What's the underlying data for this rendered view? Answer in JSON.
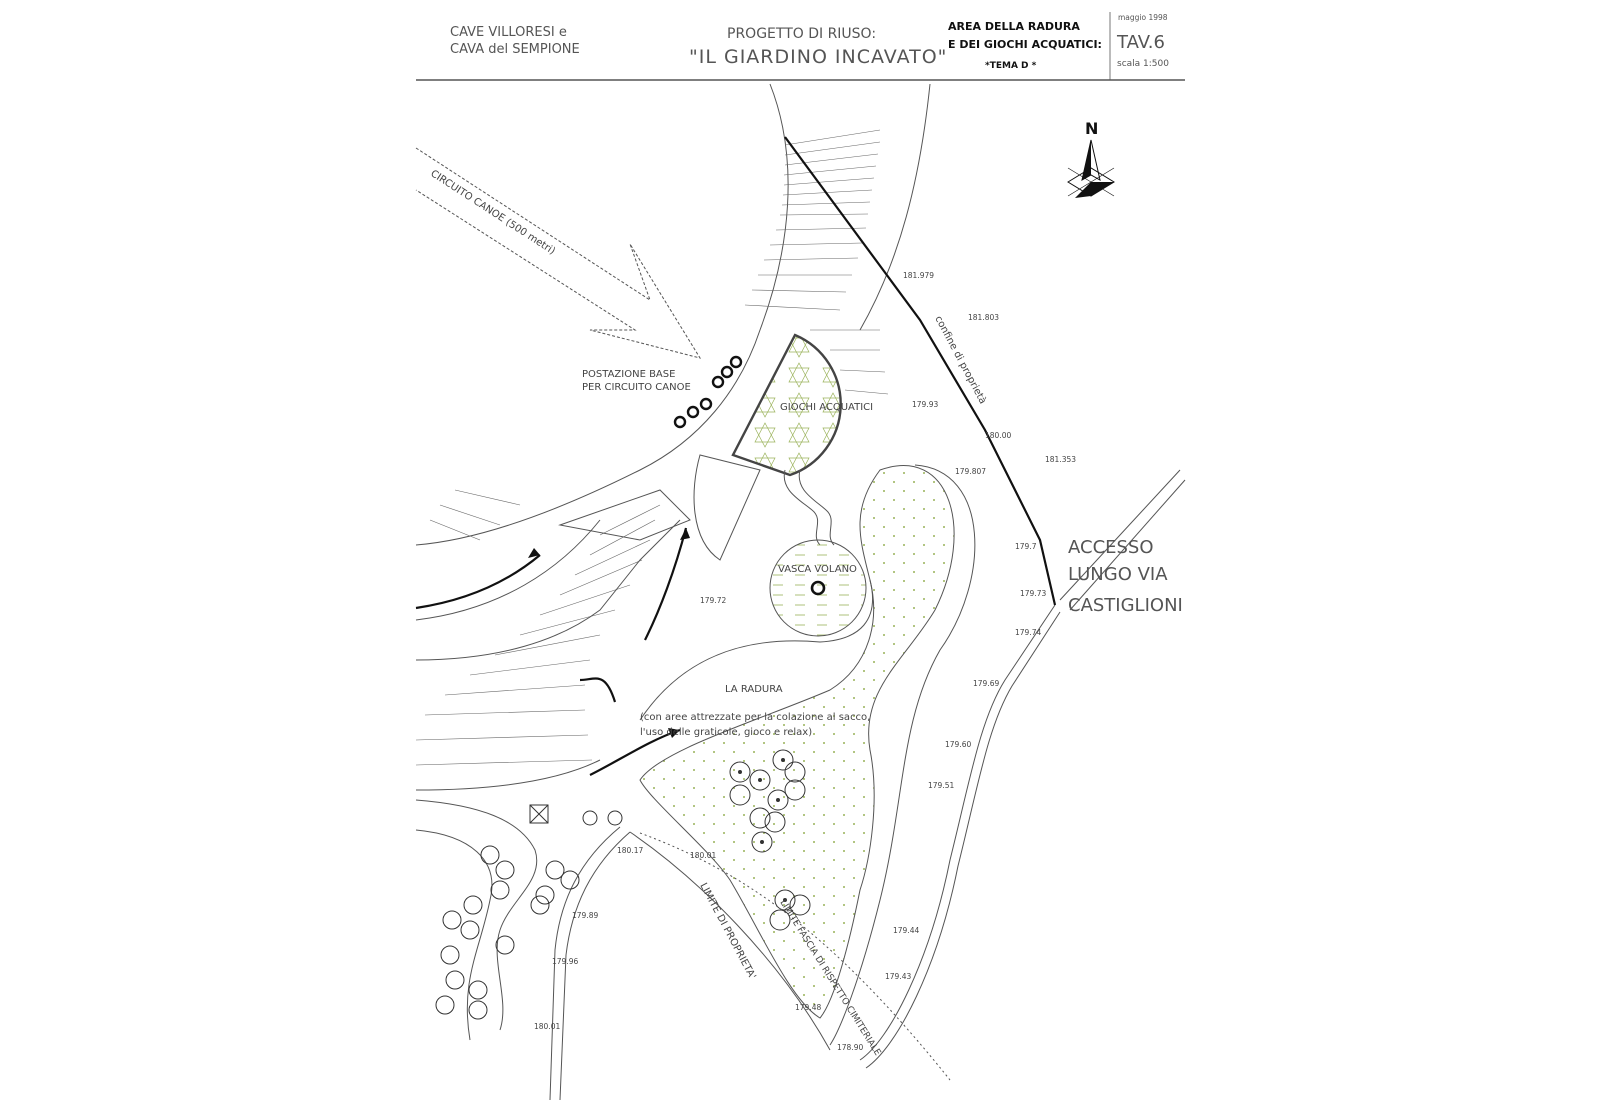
{
  "title_block": {
    "left_line1": "CAVE  VILLORESI  e",
    "left_line2": "CAVA    del  SEMPIONE",
    "project_line1": "PROGETTO  DI  RIUSO:",
    "project_line2": "\"IL  GIARDINO  INCAVATO\"",
    "area_line1": "AREA DELLA RADURA",
    "area_line2": "E DEI GIOCHI ACQUATICI:",
    "tema": "*TEMA D *",
    "date": "maggio 1998",
    "sheet": "TAV.6",
    "scale": "scala  1:500"
  },
  "north_arrow": {
    "letter": "N",
    "icon": "north-arrow-icon"
  },
  "labels": {
    "circuito": "CIRCUITO  CANOE  (500  metri)",
    "postazione_1": "POSTAZIONE  BASE",
    "postazione_2": "PER CIRCUITO CANOE",
    "giochi": "GIOCHI  ACQUATICI",
    "vasca": "VASCA  VOLANO",
    "radura": "LA  RADURA",
    "radura_note_1": "(con  aree  attrezzate  per  la  colazione  al  sacco,",
    "radura_note_2": "l'uso  delle  graticole,  gioco  e  relax)",
    "confine": "confine  di  proprietà",
    "accesso_1": "ACCESSO",
    "accesso_2": "LUNGO  VIA",
    "accesso_3": "CASTIGLIONI",
    "limite_proprieta": "LIMITE  DI  PROPRIETA'",
    "limite_fascia": "LIMITE  FASCIA  DI  RISPETTO  CIMITERIALE"
  },
  "elevations": [
    "181.979",
    "181.803",
    "179.93",
    "180.00",
    "181.353",
    "179.807",
    "179.7",
    "179.73",
    "179.72",
    "179.74",
    "179.69",
    "179.60",
    "179.51",
    "180.17",
    "180.01",
    "179.89",
    "179.44",
    "179.96",
    "179.43",
    "179.48",
    "180.01",
    "178.90"
  ],
  "colors": {
    "line": "#555555",
    "boundary": "#111111",
    "dots": "#9ab25a"
  }
}
